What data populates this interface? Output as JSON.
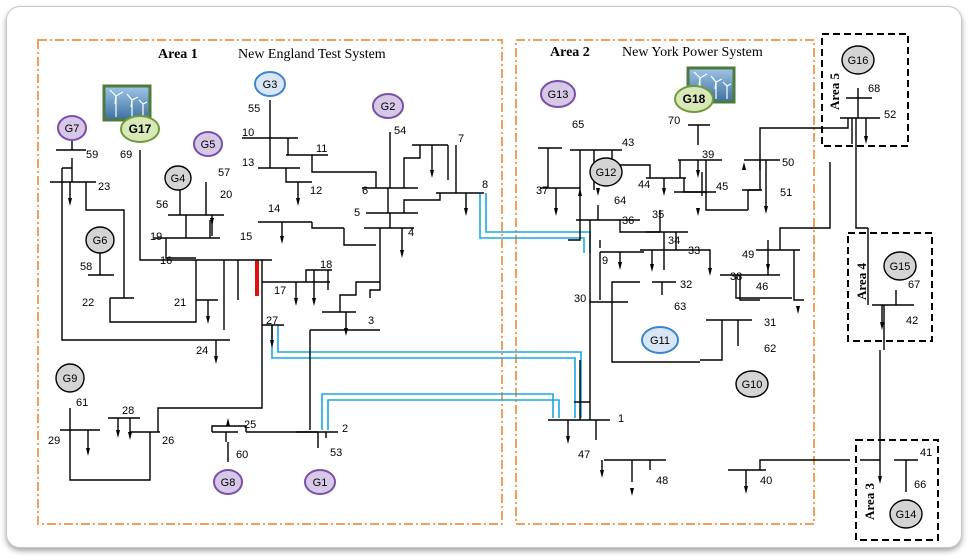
{
  "areas": [
    {
      "id": "a1",
      "label": "Area 1",
      "subtitle": "New England Test System"
    },
    {
      "id": "a2",
      "label": "Area 2",
      "subtitle": "New York Power System"
    },
    {
      "id": "a3",
      "label": "Area 3"
    },
    {
      "id": "a4",
      "label": "Area 4"
    },
    {
      "id": "a5",
      "label": "Area 5"
    }
  ],
  "generators": [
    {
      "id": "G1",
      "label": "G1",
      "kind": "purple"
    },
    {
      "id": "G2",
      "label": "G2",
      "kind": "purple"
    },
    {
      "id": "G3",
      "label": "G3",
      "kind": "blue"
    },
    {
      "id": "G4",
      "label": "G4",
      "kind": "grey"
    },
    {
      "id": "G5",
      "label": "G5",
      "kind": "purple"
    },
    {
      "id": "G6",
      "label": "G6",
      "kind": "grey"
    },
    {
      "id": "G7",
      "label": "G7",
      "kind": "purple"
    },
    {
      "id": "G8",
      "label": "G8",
      "kind": "purple"
    },
    {
      "id": "G9",
      "label": "G9",
      "kind": "grey"
    },
    {
      "id": "G10",
      "label": "G10",
      "kind": "grey"
    },
    {
      "id": "G11",
      "label": "G11",
      "kind": "blue"
    },
    {
      "id": "G12",
      "label": "G12",
      "kind": "grey"
    },
    {
      "id": "G13",
      "label": "G13",
      "kind": "purple"
    },
    {
      "id": "G14",
      "label": "G14",
      "kind": "grey"
    },
    {
      "id": "G15",
      "label": "G15",
      "kind": "grey"
    },
    {
      "id": "G16",
      "label": "G16",
      "kind": "grey"
    },
    {
      "id": "G17",
      "label": "G17",
      "kind": "green"
    },
    {
      "id": "G18",
      "label": "G18",
      "kind": "green"
    }
  ],
  "buses": [
    "1",
    "2",
    "3",
    "4",
    "5",
    "6",
    "7",
    "8",
    "9",
    "10",
    "11",
    "12",
    "13",
    "14",
    "15",
    "16",
    "17",
    "18",
    "19",
    "20",
    "21",
    "22",
    "23",
    "24",
    "25",
    "26",
    "27",
    "28",
    "29",
    "30",
    "31",
    "32",
    "33",
    "34",
    "35",
    "36",
    "37",
    "38",
    "39",
    "40",
    "41",
    "42",
    "43",
    "44",
    "45",
    "46",
    "47",
    "48",
    "49",
    "50",
    "51",
    "52",
    "53",
    "54",
    "55",
    "56",
    "57",
    "58",
    "59",
    "60",
    "61",
    "62",
    "63",
    "64",
    "65",
    "66",
    "67",
    "68",
    "69",
    "70"
  ],
  "colors": {
    "area_border": "#f0a05a",
    "tie_line": "#1aa8e0",
    "fault_line": "#e01010",
    "gen_purple": "#d8c8e8",
    "gen_purple_stroke": "#7a4fa8",
    "gen_blue": "#d8e6f6",
    "gen_blue_stroke": "#3a86d0",
    "gen_grey": "#d4d4d4",
    "gen_green": "#d8e8b8",
    "gen_green_stroke": "#6f9a3a",
    "wind_bg": "#4f7a3c"
  },
  "icons": [
    "wind-turbine-icon",
    "load-arrow-icon"
  ]
}
